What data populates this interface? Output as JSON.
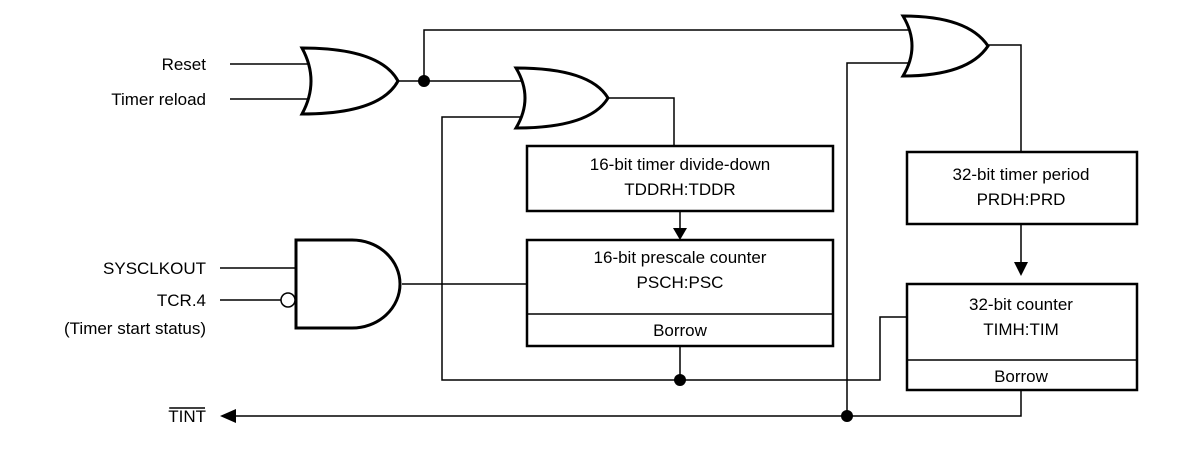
{
  "inputs": {
    "reset": "Reset",
    "timer_reload": "Timer reload",
    "sysclkout": "SYSCLKOUT",
    "tcr4": "TCR.4",
    "timer_start_status": "(Timer start status)"
  },
  "output": {
    "tint": "TINT"
  },
  "blocks": {
    "divide_down": {
      "title": "16-bit timer divide-down",
      "register": "TDDRH:TDDR"
    },
    "prescale": {
      "title": "16-bit prescale counter",
      "register": "PSCH:PSC",
      "borrow": "Borrow"
    },
    "period": {
      "title": "32-bit timer period",
      "register": "PRDH:PRD"
    },
    "counter": {
      "title": "32-bit counter",
      "register": "TIMH:TIM",
      "borrow": "Borrow"
    }
  }
}
